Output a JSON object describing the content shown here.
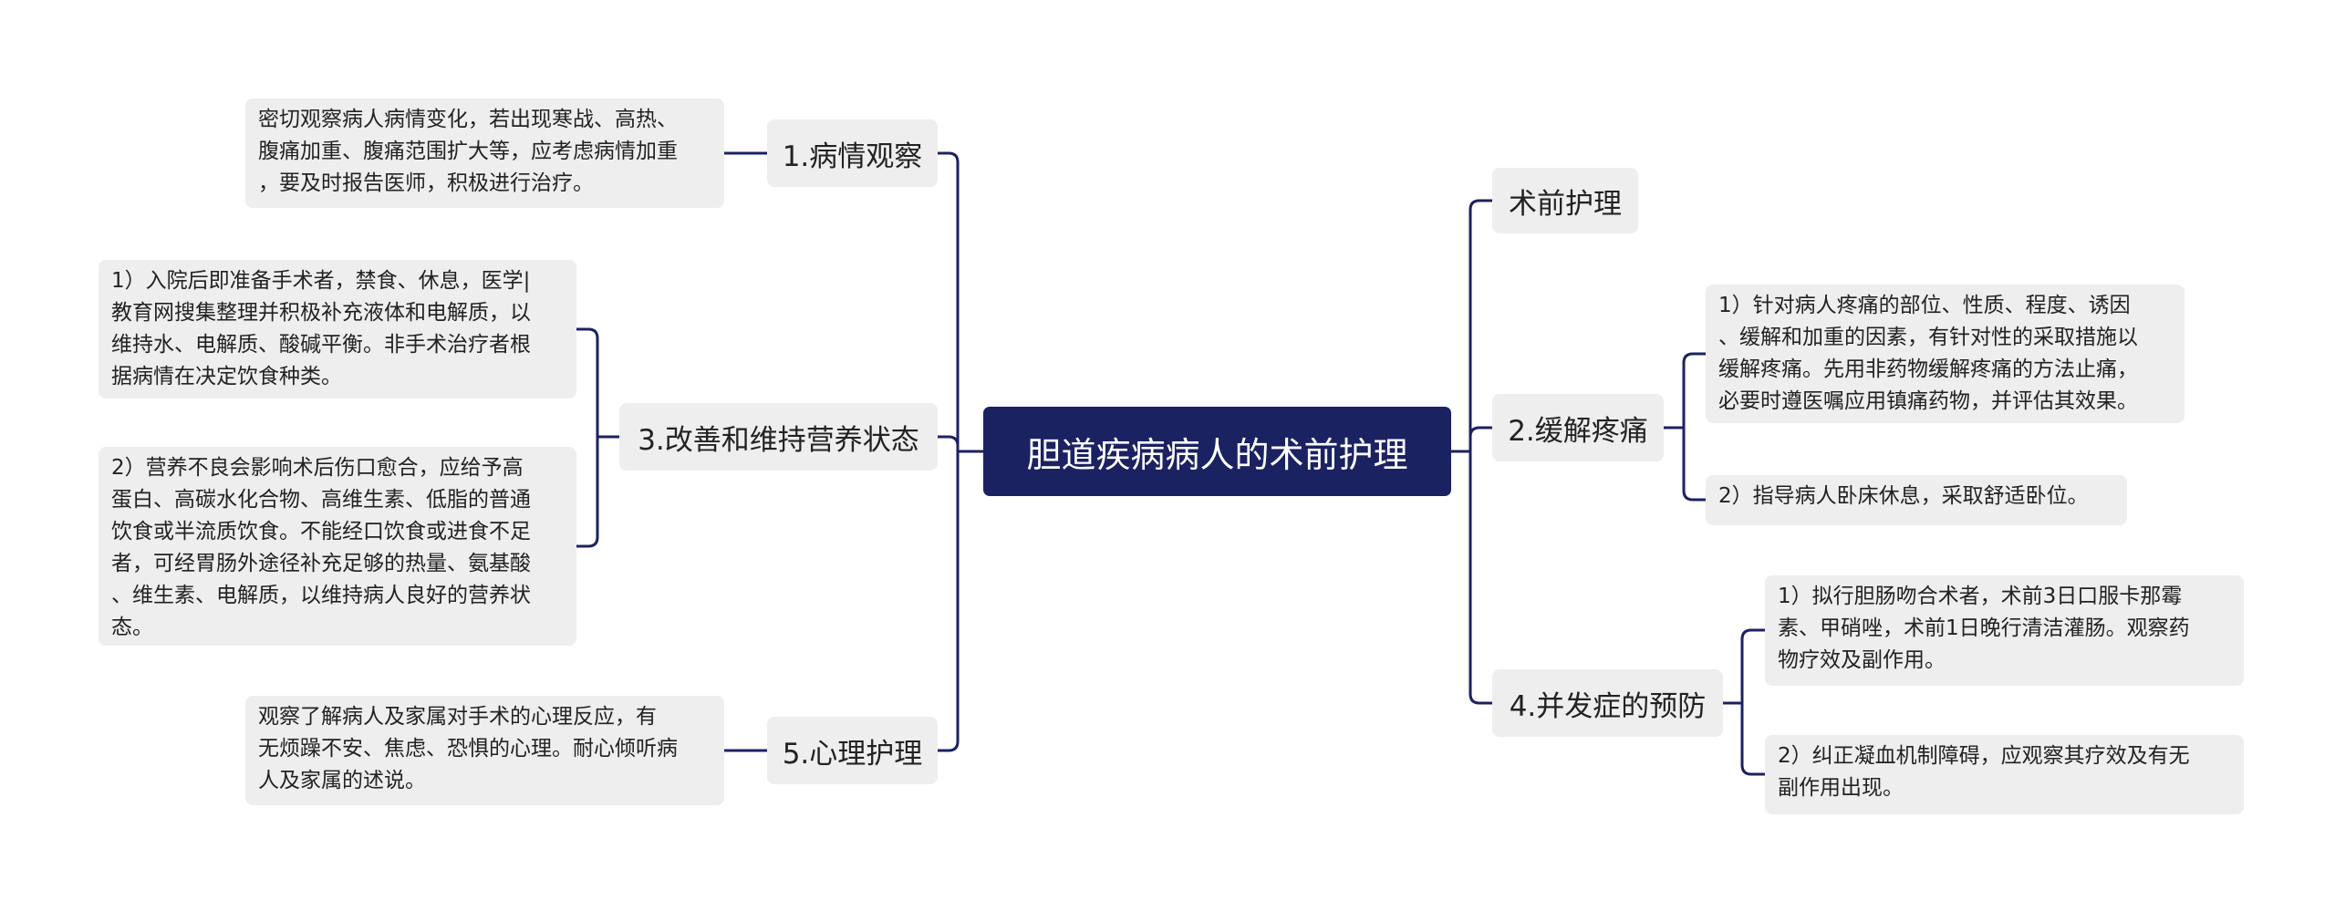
{
  "title": "胆道疾病病人的术前护理",
  "left_topics": [
    {
      "label": "1.病情观察",
      "details": [
        "密切观察病人病情变化，若出现寒战、高热、\n腹痛加重、腹痛范围扩大等，应考虑病情加重\n，要及时报告医师，积极进行治疗。"
      ]
    },
    {
      "label": "3.改善和维持营养状态",
      "details": [
        "1）入院后即准备手术者，禁食、休息，医学|\n教育网搜集整理并积极补充液体和电解质，以\n维持水、电解质、酸碱平衡。非手术治疗者根\n据病情在决定饮食种类。",
        "2）营养不良会影响术后伤口愈合，应给予高\n蛋白、高碳水化合物、高维生素、低脂的普通\n饮食或半流质饮食。不能经口饮食或进食不足\n者，可经胃肠外途径补充足够的热量、氨基酸\n、维生素、电解质，以维持病人良好的营养状\n态。"
      ]
    },
    {
      "label": "5.心理护理",
      "details": [
        " 观察了解病人及家属对手术的心理反应，有\n无烦躁不安、焦虑、恐惧的心理。耐心倾听病\n人及家属的述说。"
      ]
    }
  ],
  "right_topics": [
    {
      "label": "术前护理",
      "details": []
    },
    {
      "label": "2.缓解疼痛",
      "details": [
        "1）针对病人疼痛的部位、性质、程度、诱因\n、缓解和加重的因素，有针对性的采取措施以\n缓解疼痛。先用非药物缓解疼痛的方法止痛，\n必要时遵医嘱应用镇痛药物，并评估其效果。",
        "2）指导病人卧床休息，采取舒适卧位。"
      ]
    },
    {
      "label": "4.并发症的预防",
      "details": [
        "1）拟行胆肠吻合术者，术前3日口服卡那霉\n素、甲硝唑，术前1日晚行清洁灌肠。观察药\n物疗效及副作用。",
        "2）纠正凝血机制障碍，应观察其疗效及有无\n副作用出现。"
      ]
    }
  ],
  "colors": {
    "root_bg": "#1b2262",
    "node_bg": "#eeeeee",
    "line": "#1b2262"
  }
}
